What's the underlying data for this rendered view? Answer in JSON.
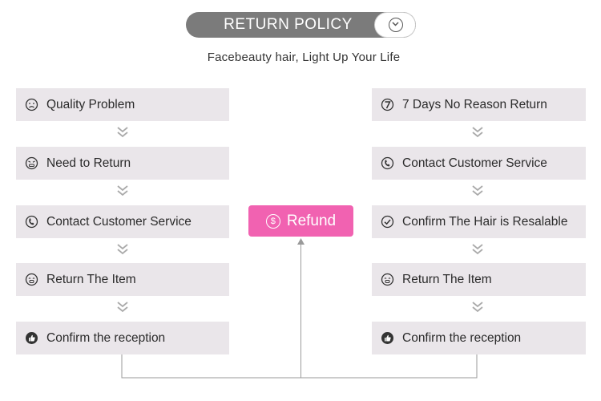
{
  "header": {
    "title": "RETURN POLICY",
    "toggle_icon": "chevron-down-icon"
  },
  "subtitle": "Facebeauty hair, Light Up Your Life",
  "left_steps": [
    {
      "label": "Quality Problem",
      "icon": "sad-face-icon"
    },
    {
      "label": "Need to Return",
      "icon": "angry-face-icon"
    },
    {
      "label": "Contact Customer Service",
      "icon": "phone-icon"
    },
    {
      "label": "Return The Item",
      "icon": "return-face-icon"
    },
    {
      "label": "Confirm the reception",
      "icon": "thumbs-up-icon"
    }
  ],
  "right_steps": [
    {
      "label": "7 Days No Reason Return",
      "icon": "number-7-icon"
    },
    {
      "label": "Contact Customer Service",
      "icon": "phone-icon"
    },
    {
      "label": "Confirm The Hair is Resalable",
      "icon": "check-circle-icon"
    },
    {
      "label": "Return The Item",
      "icon": "return-face-icon"
    },
    {
      "label": "Confirm the reception",
      "icon": "thumbs-up-icon"
    }
  ],
  "refund": {
    "label": "Refund",
    "icon": "dollar-icon",
    "color": "#f162b1"
  },
  "colors": {
    "box": "#eae6ea",
    "header": "#7b7b7b",
    "lines": "#9a9a9a"
  }
}
